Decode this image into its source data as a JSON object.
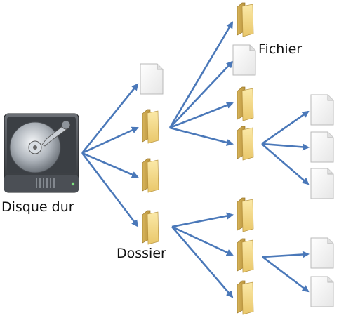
{
  "labels": {
    "hard_drive": "Disque dur",
    "folder": "Dossier",
    "file": "Fichier"
  },
  "icons": [
    "hard-drive-icon",
    "folder-icon",
    "file-icon"
  ],
  "colors": {
    "arrow": "#4a78b9",
    "folder_front": "#f3d98b",
    "folder_back": "#c9a44a",
    "page": "#f4f4f4",
    "page_border": "#b9b9b9"
  }
}
